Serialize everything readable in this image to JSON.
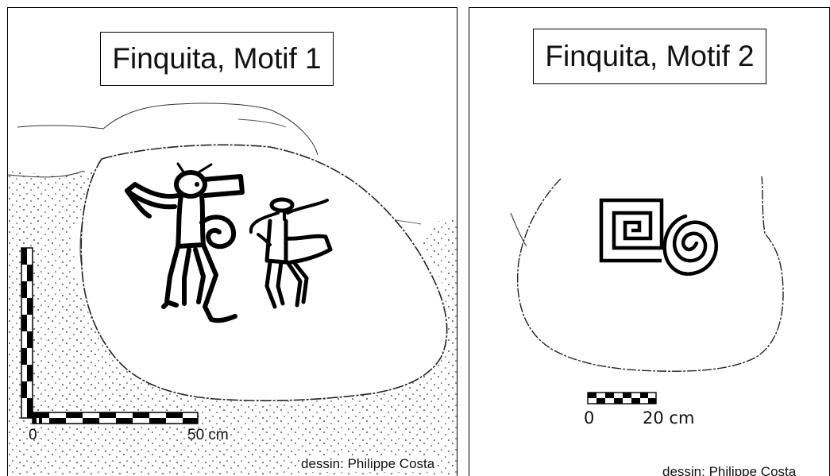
{
  "motif1": {
    "title": "Finquita, Motif 1",
    "scale_start": "0",
    "scale_end": "50 cm",
    "credit": "dessin: Philippe Costa"
  },
  "motif2": {
    "title": "Finquita, Motif 2",
    "scale_start": "0",
    "scale_end": "20 cm",
    "credit": "dessin: Philippe Costa"
  }
}
